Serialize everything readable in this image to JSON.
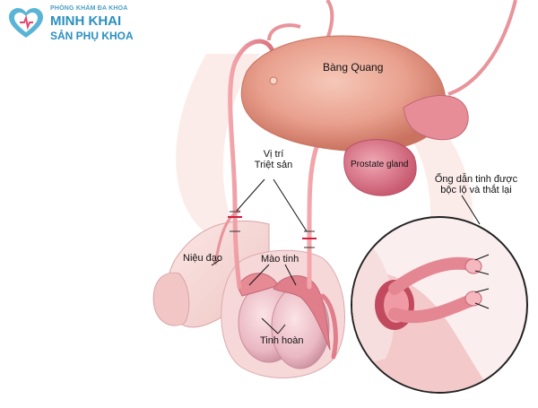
{
  "logo": {
    "line1": "PHÒNG KHÁM ĐA KHOA",
    "line2": "MINH KHAI",
    "line3": "SẢN PHỤ KHOA"
  },
  "labels": {
    "bladder": "Bàng Quang",
    "prostate": "Prostate gland",
    "site_line1": "Vị trí",
    "site_line2": "Triệt sản",
    "urethra": "Niệu đạo",
    "epididymis": "Mào tinh",
    "testis": "Tinh hoàn",
    "inset_line1": "Ống dẫn tinh được",
    "inset_line2": "bộc lộ và thắt lại"
  },
  "colors": {
    "brand": "#2b8fbf",
    "tissue": "#f3c6c3",
    "vas": "#e98a92",
    "bladder": "#e9a08e",
    "prostate": "#d86b7e"
  }
}
